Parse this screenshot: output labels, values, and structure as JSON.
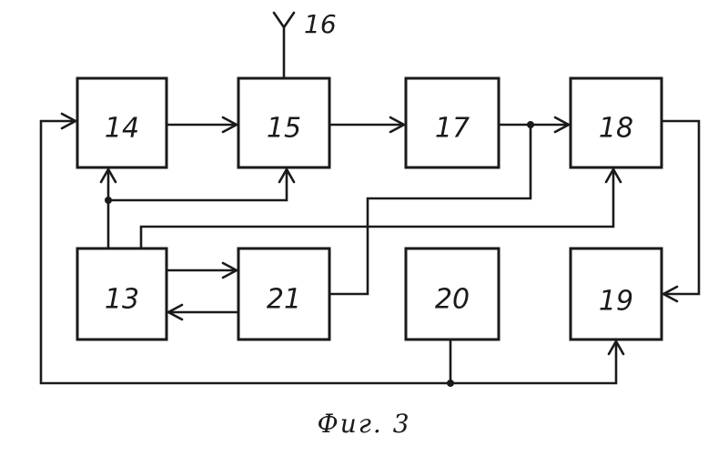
{
  "blocks": {
    "b13": "13",
    "b14": "14",
    "b15": "15",
    "b17": "17",
    "b18": "18",
    "b19": "19",
    "b20": "20",
    "b21": "21"
  },
  "antenna_label": "16",
  "caption": "Фиг. 3"
}
